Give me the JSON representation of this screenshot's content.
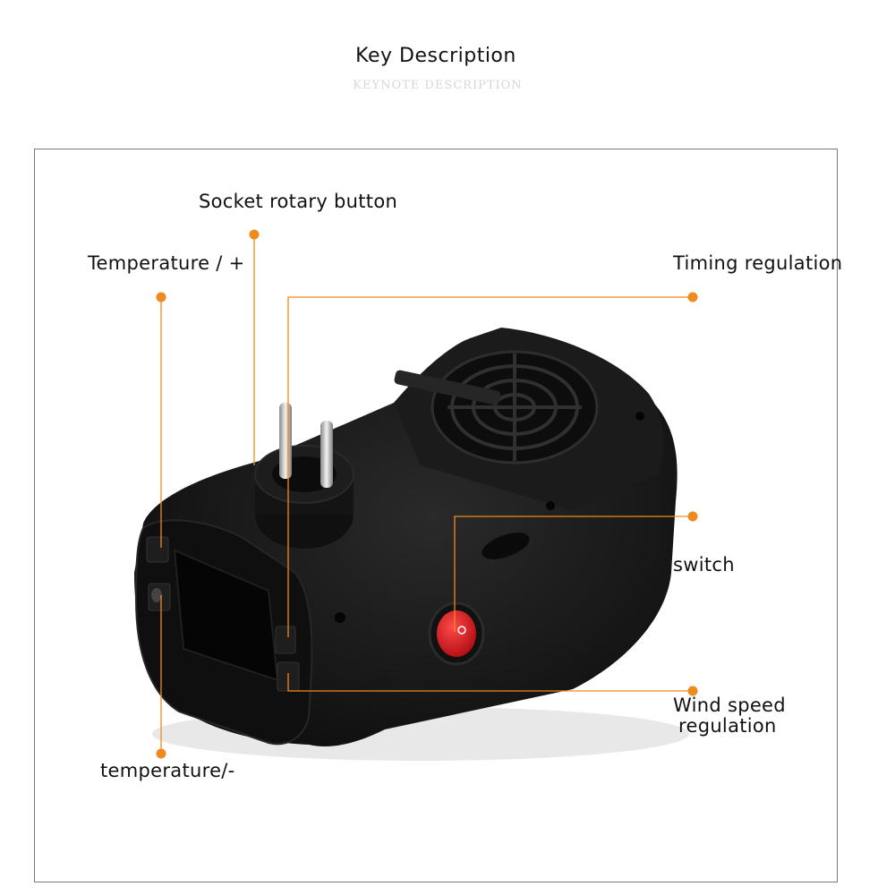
{
  "header": {
    "title": "Key Description",
    "subtitle": "KEYNOTE DESCRIPTION"
  },
  "labels": {
    "socket_rotary_button": "Socket rotary button",
    "temperature_plus": "Temperature / +",
    "timing_regulation": "Timing regulation",
    "switch": "switch",
    "wind_speed_line1": "Wind speed",
    "wind_speed_line2": "regulation",
    "temperature_minus": "temperature/-"
  },
  "colors": {
    "callout": "#f08a1c",
    "device_body": "#151515",
    "switch_red": "#d4121a",
    "frame": "#7a7a7a"
  }
}
